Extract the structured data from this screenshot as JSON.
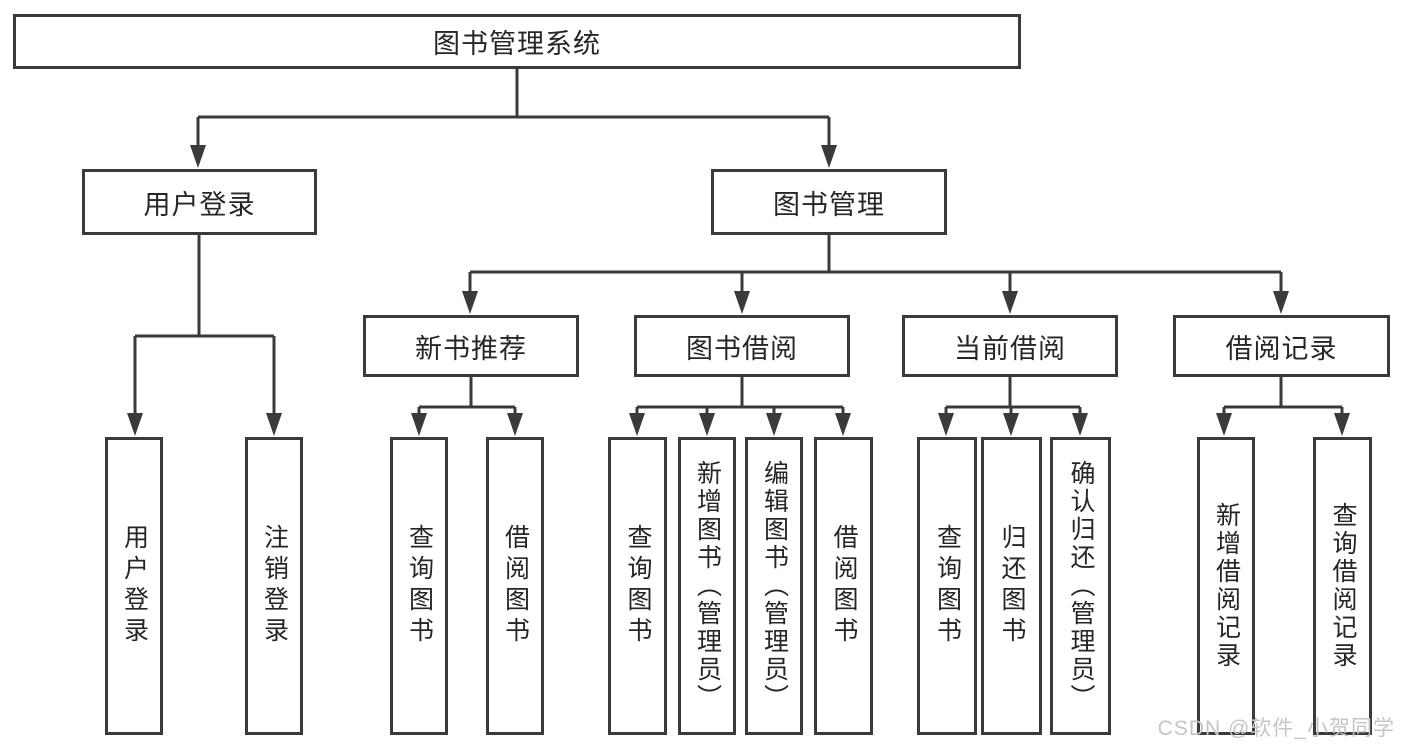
{
  "diagram": {
    "root": {
      "label": "图书管理系统"
    },
    "level2": {
      "user_login": {
        "label": "用户登录"
      },
      "book_management": {
        "label": "图书管理"
      }
    },
    "level3": {
      "new_book_recommend": {
        "label": "新书推荐"
      },
      "book_borrowing": {
        "label": "图书借阅"
      },
      "current_borrowing": {
        "label": "当前借阅"
      },
      "borrowing_records": {
        "label": "借阅记录"
      }
    },
    "leaves": {
      "user_login": [
        "用户登录",
        "注销登录"
      ],
      "new_book_recommend": [
        "查询图书",
        "借阅图书"
      ],
      "book_borrowing": [
        "查询图书",
        "新增图书（管理员）",
        "编辑图书（管理员）",
        "借阅图书"
      ],
      "current_borrowing": [
        "查询图书",
        "归还图书",
        "确认归还（管理员）"
      ],
      "borrowing_records": [
        "新增借阅记录",
        "查询借阅记录"
      ]
    }
  },
  "watermark": {
    "text": "CSDN @软件_小贺同学"
  },
  "colors": {
    "line": "#3a3a3a",
    "text": "#262626",
    "background": "#ffffff",
    "watermark": "#c5c5c5"
  }
}
